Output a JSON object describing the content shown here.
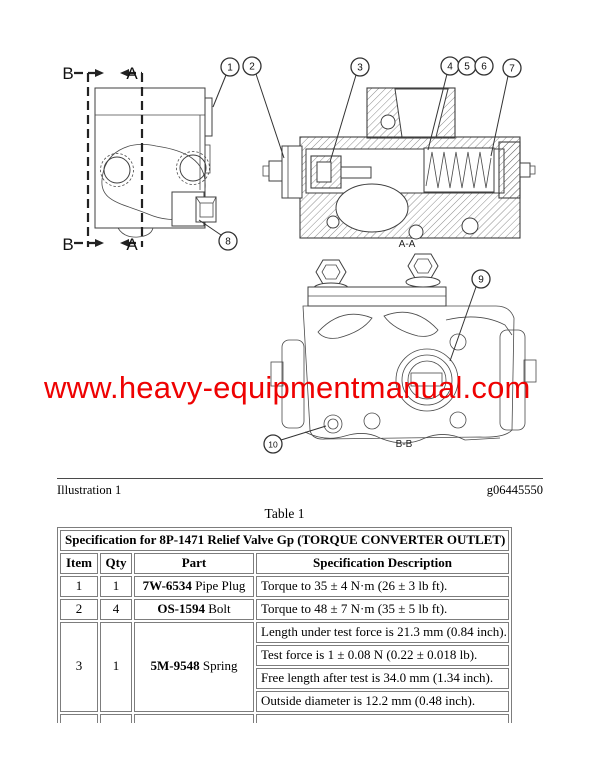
{
  "watermark": {
    "text": "www.heavy-equipmentmanual.com",
    "color": "#ee0202"
  },
  "illustration": {
    "caption": "Illustration 1",
    "ref_number": "g06445550"
  },
  "diagram": {
    "labels": {
      "section_b_top": "B",
      "section_a_top": "A",
      "section_b_bottom": "B",
      "section_a_bottom": "A",
      "view_aa": "A-A",
      "view_bb": "B-B"
    },
    "callouts": {
      "c1": "1",
      "c2": "2",
      "c3": "3",
      "c4": "4",
      "c5": "5",
      "c6": "6",
      "c7": "7",
      "c8": "8",
      "c9": "9",
      "c10": "10"
    }
  },
  "table": {
    "caption": "Table 1",
    "title": "Specification for 8P-1471 Relief Valve Gp (TORQUE CONVERTER OUTLET)",
    "headers": {
      "item": "Item",
      "qty": "Qty",
      "part": "Part",
      "spec": "Specification Description"
    },
    "rows": [
      {
        "item": "1",
        "qty": "1",
        "part_number": "7W-6534",
        "part_name": "Pipe Plug",
        "specs": [
          "Torque to 35 ± 4 N·m (26 ± 3 lb ft)."
        ]
      },
      {
        "item": "2",
        "qty": "4",
        "part_number": "OS-1594",
        "part_name": "Bolt",
        "specs": [
          "Torque to 48 ± 7 N·m (35 ± 5 lb ft)."
        ]
      },
      {
        "item": "3",
        "qty": "1",
        "part_number": "5M-9548",
        "part_name": "Spring",
        "specs": [
          "Length under test force is 21.3 mm (0.84 inch).",
          "Test force is 1 ± 0.08 N (0.22 ± 0.018 lb).",
          "Free length after test is 34.0 mm (1.34 inch).",
          "Outside diameter is 12.2 mm (0.48 inch)."
        ]
      }
    ]
  }
}
